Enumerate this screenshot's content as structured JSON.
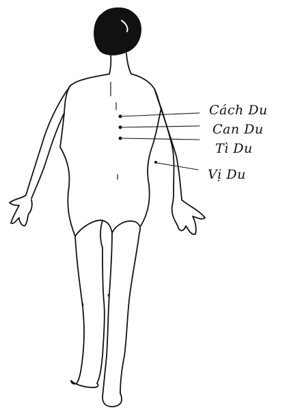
{
  "labels": {
    "cach_du": "Cách Du",
    "can_du": "Can Du",
    "ti_du": "Tì Du",
    "vi_du": "Vị Du"
  },
  "colors": {
    "ink": "#111111",
    "background": "#ffffff"
  },
  "icons": {
    "figure": "human-back-view-illustration"
  }
}
